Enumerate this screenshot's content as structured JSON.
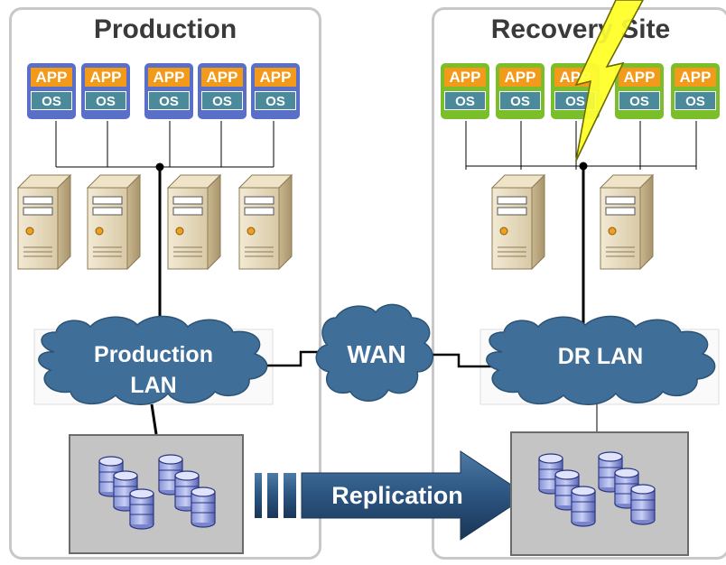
{
  "production": {
    "title": "Production",
    "lan_label_line1": "Production",
    "lan_label_line2": "LAN",
    "vm_count": 5,
    "server_count": 4
  },
  "recovery": {
    "title": "Recovery Site",
    "lan_label": "DR LAN",
    "vm_count": 5,
    "server_count": 2
  },
  "vm": {
    "app_label": "APP",
    "os_label": "OS"
  },
  "wan": {
    "label": "WAN"
  },
  "replication": {
    "label": "Replication"
  },
  "colors": {
    "prod_vm": "#5a6fc8",
    "dr_vm": "#7abf2a",
    "app": "#f49a1a",
    "os": "#4a8a9a",
    "cloud": "#3f6f99",
    "lightning": "#ffff33",
    "arrow": "#2d4f73"
  }
}
